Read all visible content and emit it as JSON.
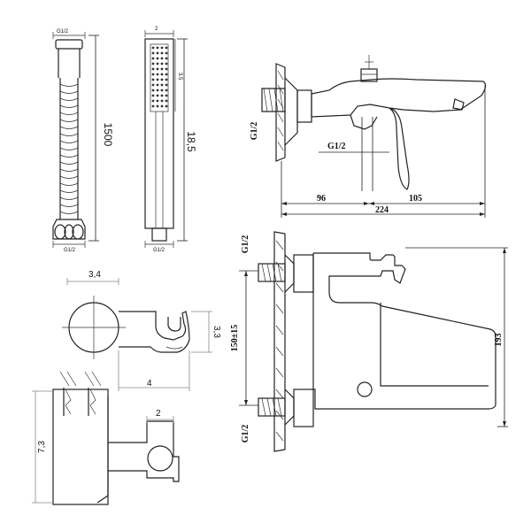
{
  "hose": {
    "length_label": "1500",
    "top_label": "G1/2",
    "bottom_label": "G1/2"
  },
  "hand_shower": {
    "top_label": "2",
    "side_label": "3.5",
    "length_label": "18,5",
    "bottom_label": "G1/2"
  },
  "wall_bracket": {
    "label_34": "3,4",
    "label_33": "3,3",
    "label_4": "4",
    "label_73": "7,3",
    "label_2": "2"
  },
  "mixer_side": {
    "g12_vertical": "G1/2",
    "g12_horizontal": "G1/2",
    "dim_96": "96",
    "dim_105": "105",
    "dim_224": "224"
  },
  "mixer_front": {
    "g12_top": "G1/2",
    "g12_bottom": "G1/2",
    "dim_150": "150±15",
    "dim_193": "193"
  }
}
